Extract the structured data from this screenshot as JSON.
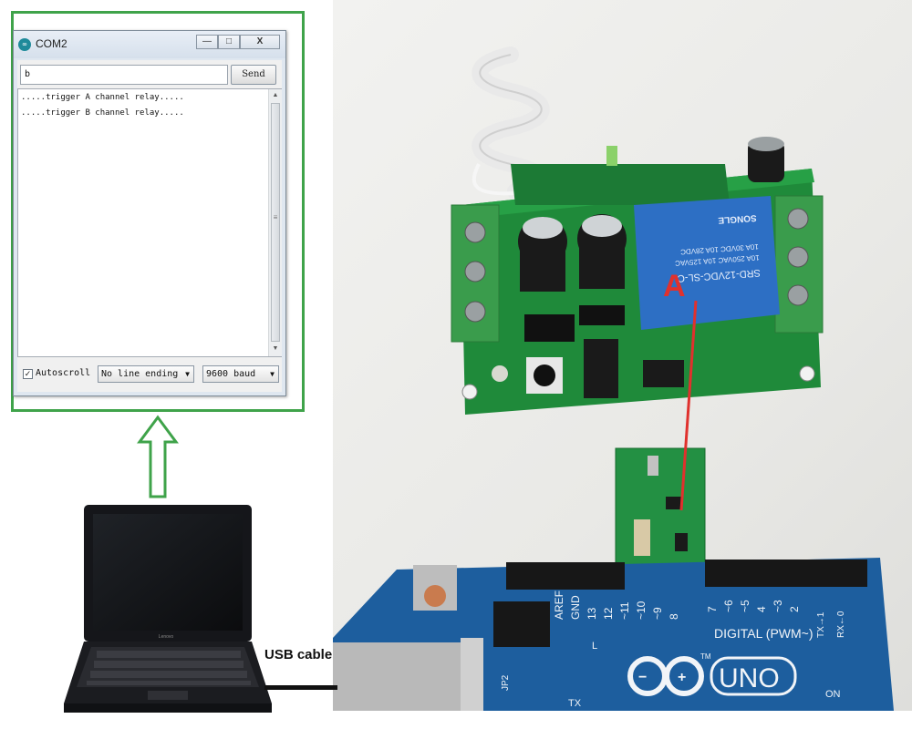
{
  "window": {
    "title": "COM2",
    "logo_glyph": "∞",
    "controls": {
      "minimize": "—",
      "maximize": "□",
      "close": "X"
    }
  },
  "send_bar": {
    "input_value": "b",
    "send_label": "Send"
  },
  "output": {
    "lines": [
      ".....trigger A channel relay.....",
      ".....trigger B channel relay....."
    ]
  },
  "scrollbar": {
    "up": "▲",
    "down": "▼",
    "grip": "≡"
  },
  "bottom_bar": {
    "autoscroll_checked": true,
    "autoscroll_check": "✓",
    "autoscroll_label": "Autoscroll",
    "line_ending": "No line ending",
    "baud": "9600 baud",
    "dropdown_arrow": "▼"
  },
  "photo": {
    "relay_text": [
      "SRD-12VDC-SL-C",
      "10A 250VAC 10A 125VAC",
      "10A 30VDC 10A 28VDC",
      "SONGLE"
    ],
    "callout_letter": "A",
    "callout_color": "#e0312d",
    "arduino": {
      "brand": "UNO",
      "digital_label": "DIGITAL (PWM~)",
      "pin_labels": [
        "AREF",
        "GND",
        "13",
        "12",
        "~11",
        "~10",
        "~9",
        "8",
        "7",
        "~6",
        "~5",
        "4",
        "~3",
        "2",
        "TX→1",
        "RX←0"
      ],
      "other_labels": [
        "L",
        "TX",
        "ON",
        "JP2",
        "TM"
      ]
    },
    "laptop_brand": "Lenovo"
  },
  "usb_label": "USB cable",
  "colors": {
    "frame": "#3fa34a",
    "arduino_blue": "#1d5e9e",
    "pcb_green": "#1f8a3a"
  }
}
